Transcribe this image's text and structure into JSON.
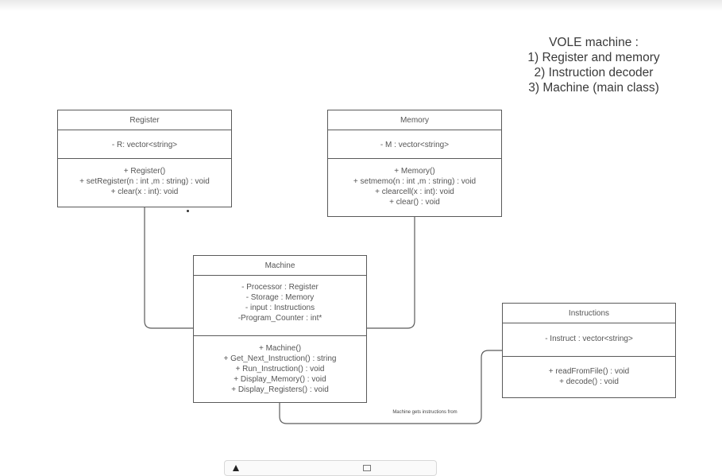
{
  "note": {
    "title": "VOLE machine  :",
    "items": [
      "1) Register and memory",
      "2) Instruction decoder",
      "3) Machine (main class)"
    ]
  },
  "classes": {
    "register": {
      "name": "Register",
      "attributes": [
        "- R: vector<string>"
      ],
      "methods": [
        "+ Register()",
        "+ setRegister(n : int ,m : string) : void",
        "+ clear(x : int): void"
      ]
    },
    "memory": {
      "name": "Memory",
      "attributes": [
        "- M : vector<string>"
      ],
      "methods": [
        "+ Memory()",
        "+ setmemo(n : int ,m : string) : void",
        "+ clearcell(x : int): void",
        "+ clear() : void"
      ]
    },
    "machine": {
      "name": "Machine",
      "attributes": [
        "- Processor : Register",
        "- Storage : Memory",
        "- input : Instructions",
        "-Program_Counter : int*"
      ],
      "methods": [
        "+ Machine()",
        "+ Get_Next_Instruction() : string",
        "+ Run_Instruction() : void",
        "+ Display_Memory() : void",
        "+ Display_Registers() : void"
      ]
    },
    "instructions": {
      "name": "Instructions",
      "attributes": [
        "- Instruct : vector<string>"
      ],
      "methods": [
        "+ readFromFile() : void",
        "+  decode() : void"
      ]
    }
  },
  "edge_label": "Machine gets instructions from"
}
